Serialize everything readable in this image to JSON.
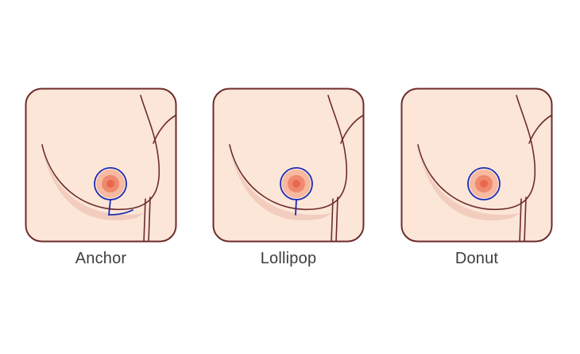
{
  "colors": {
    "panel_fill": "#fbe6d8",
    "outline": "#6e2b2b",
    "shadow": "#f2cdbd",
    "areola_outer": "#f7b99f",
    "areola_inner": "#ef8a6e",
    "nipple": "#e8684f",
    "incision": "#1a2bb5"
  },
  "panels": [
    {
      "label": "Anchor",
      "incision": "anchor"
    },
    {
      "label": "Lollipop",
      "incision": "lollipop"
    },
    {
      "label": "Donut",
      "incision": "donut"
    }
  ]
}
